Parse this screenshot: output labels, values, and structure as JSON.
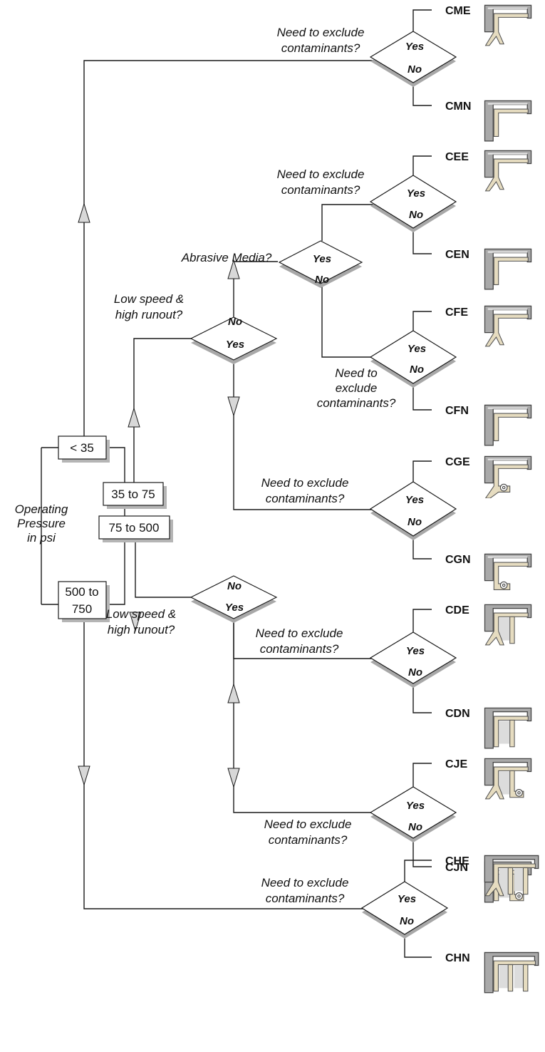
{
  "axis_label": [
    "Operating",
    "Pressure",
    "in psi"
  ],
  "ranges": [
    "< 35",
    "35 to 75",
    "75 to 500",
    "500 to",
    "750"
  ],
  "questions": {
    "contaminants": [
      "Need to exclude",
      "contaminants?"
    ],
    "contaminants_3line": [
      "Need to",
      "exclude",
      "contaminants?"
    ],
    "low_speed": [
      "Low speed &",
      "high runout?"
    ],
    "abrasive": "Abrasive Media?"
  },
  "answers": {
    "yes": "Yes",
    "no": "No"
  },
  "seal_codes": [
    "CME",
    "CMN",
    "CEE",
    "CEN",
    "CFE",
    "CFN",
    "CGE",
    "CGN",
    "CDE",
    "CDN",
    "CJE",
    "CJN",
    "CHE",
    "CHN"
  ],
  "colors": {
    "metal": "#a9a9a9",
    "lip": "#e6dcc0",
    "diamond_shadow": "#a8a8a8"
  }
}
